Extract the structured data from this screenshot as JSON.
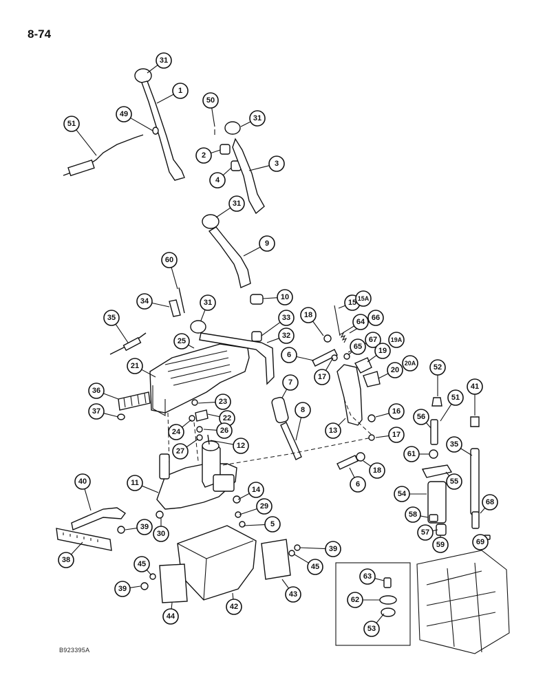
{
  "page_number": "8-74",
  "figure_code": "B923395A",
  "callouts": [
    {
      "id": "c31a",
      "label": "31"
    },
    {
      "id": "c1",
      "label": "1"
    },
    {
      "id": "c49",
      "label": "49"
    },
    {
      "id": "c51a",
      "label": "51"
    },
    {
      "id": "c50",
      "label": "50"
    },
    {
      "id": "c31b",
      "label": "31"
    },
    {
      "id": "c2",
      "label": "2"
    },
    {
      "id": "c3",
      "label": "3"
    },
    {
      "id": "c4",
      "label": "4"
    },
    {
      "id": "c31c",
      "label": "31"
    },
    {
      "id": "c9",
      "label": "9"
    },
    {
      "id": "c60",
      "label": "60"
    },
    {
      "id": "c34",
      "label": "34"
    },
    {
      "id": "c31d",
      "label": "31"
    },
    {
      "id": "c10",
      "label": "10"
    },
    {
      "id": "c35a",
      "label": "35"
    },
    {
      "id": "c33",
      "label": "33"
    },
    {
      "id": "c18a",
      "label": "18"
    },
    {
      "id": "c15",
      "label": "15"
    },
    {
      "id": "c15A",
      "label": "15A"
    },
    {
      "id": "c64",
      "label": "64"
    },
    {
      "id": "c66",
      "label": "66"
    },
    {
      "id": "c25",
      "label": "25"
    },
    {
      "id": "c32",
      "label": "32"
    },
    {
      "id": "c6a",
      "label": "6"
    },
    {
      "id": "c67",
      "label": "67"
    },
    {
      "id": "c19A",
      "label": "19A"
    },
    {
      "id": "c65",
      "label": "65"
    },
    {
      "id": "c19",
      "label": "19"
    },
    {
      "id": "c21",
      "label": "21"
    },
    {
      "id": "c17a",
      "label": "17"
    },
    {
      "id": "c20A",
      "label": "20A"
    },
    {
      "id": "c20",
      "label": "20"
    },
    {
      "id": "c52",
      "label": "52"
    },
    {
      "id": "c7",
      "label": "7"
    },
    {
      "id": "c41",
      "label": "41"
    },
    {
      "id": "c36",
      "label": "36"
    },
    {
      "id": "c23",
      "label": "23"
    },
    {
      "id": "c51b",
      "label": "51"
    },
    {
      "id": "c37",
      "label": "37"
    },
    {
      "id": "c8",
      "label": "8"
    },
    {
      "id": "c16",
      "label": "16"
    },
    {
      "id": "c22",
      "label": "22"
    },
    {
      "id": "c24",
      "label": "24"
    },
    {
      "id": "c56",
      "label": "56"
    },
    {
      "id": "c13",
      "label": "13"
    },
    {
      "id": "c26",
      "label": "26"
    },
    {
      "id": "c17b",
      "label": "17"
    },
    {
      "id": "c35b",
      "label": "35"
    },
    {
      "id": "c27",
      "label": "27"
    },
    {
      "id": "c12",
      "label": "12"
    },
    {
      "id": "c61",
      "label": "61"
    },
    {
      "id": "c18b",
      "label": "18"
    },
    {
      "id": "c55",
      "label": "55"
    },
    {
      "id": "c40",
      "label": "40"
    },
    {
      "id": "c6b",
      "label": "6"
    },
    {
      "id": "c11",
      "label": "11"
    },
    {
      "id": "c14",
      "label": "14"
    },
    {
      "id": "c54",
      "label": "54"
    },
    {
      "id": "c68",
      "label": "68"
    },
    {
      "id": "c29",
      "label": "29"
    },
    {
      "id": "c39a",
      "label": "39"
    },
    {
      "id": "c58",
      "label": "58"
    },
    {
      "id": "c30",
      "label": "30"
    },
    {
      "id": "c5",
      "label": "5"
    },
    {
      "id": "c57",
      "label": "57"
    },
    {
      "id": "c69",
      "label": "69"
    },
    {
      "id": "c38",
      "label": "38"
    },
    {
      "id": "c59",
      "label": "59"
    },
    {
      "id": "c39b",
      "label": "39"
    },
    {
      "id": "c63",
      "label": "63"
    },
    {
      "id": "c45a",
      "label": "45"
    },
    {
      "id": "c45b",
      "label": "45"
    },
    {
      "id": "c39c",
      "label": "39"
    },
    {
      "id": "c62",
      "label": "62"
    },
    {
      "id": "c43",
      "label": "43"
    },
    {
      "id": "c42",
      "label": "42"
    },
    {
      "id": "c44",
      "label": "44"
    },
    {
      "id": "c53",
      "label": "53"
    }
  ]
}
